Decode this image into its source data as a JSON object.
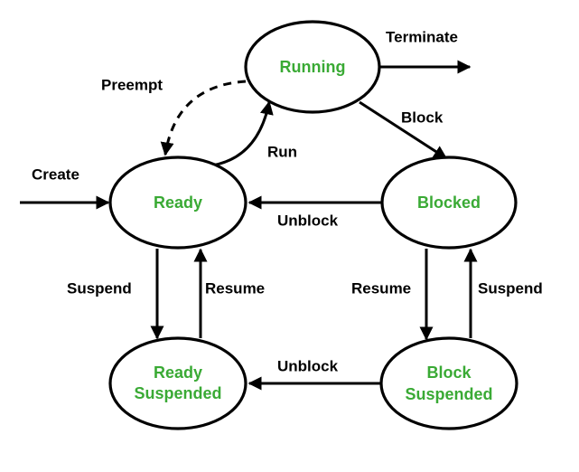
{
  "colors": {
    "state_text": "#3aaa35",
    "edge": "#000000",
    "label": "#000000",
    "background": "#ffffff"
  },
  "states": {
    "running": "Running",
    "ready": "Ready",
    "blocked": "Blocked",
    "ready_suspended": [
      "Ready",
      "Suspended"
    ],
    "block_suspended": [
      "Block",
      "Suspended"
    ]
  },
  "transitions": {
    "terminate": "Terminate",
    "preempt": "Preempt",
    "block": "Block",
    "run": "Run",
    "create": "Create",
    "unblock_top": "Unblock",
    "suspend_left": "Suspend",
    "resume_left": "Resume",
    "resume_right": "Resume",
    "suspend_right": "Suspend",
    "unblock_bottom": "Unblock"
  }
}
